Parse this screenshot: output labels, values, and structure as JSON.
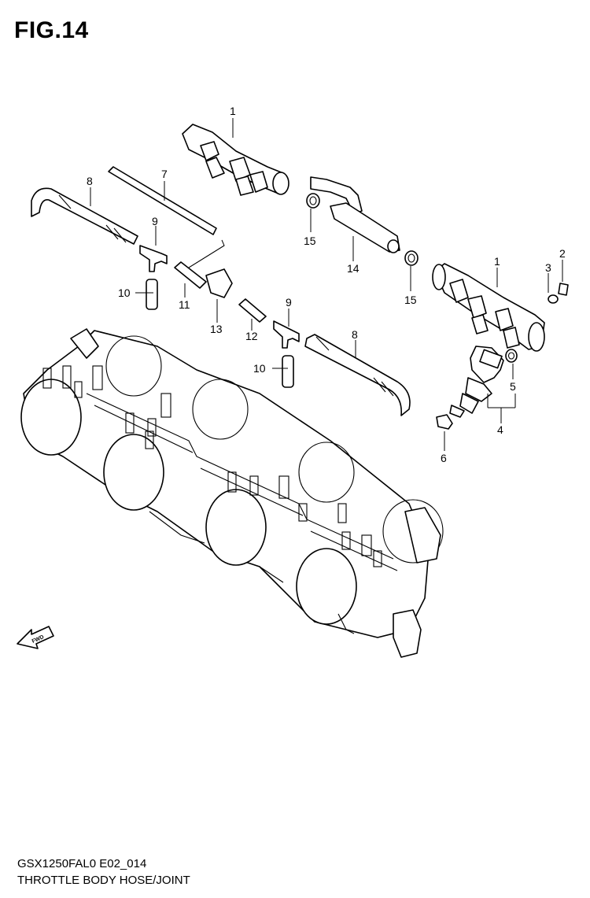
{
  "figure": {
    "title": "FIG.14",
    "model_code": "GSX1250FAL0 E02_014",
    "caption": "THROTTLE BODY HOSE/JOINT",
    "fwd_label": "FWD"
  },
  "callouts": [
    {
      "id": "c1a",
      "text": "1"
    },
    {
      "id": "c1b",
      "text": "1"
    },
    {
      "id": "c2",
      "text": "2"
    },
    {
      "id": "c3",
      "text": "3"
    },
    {
      "id": "c4",
      "text": "4"
    },
    {
      "id": "c5",
      "text": "5"
    },
    {
      "id": "c6",
      "text": "6"
    },
    {
      "id": "c7",
      "text": "7"
    },
    {
      "id": "c8a",
      "text": "8"
    },
    {
      "id": "c8b",
      "text": "8"
    },
    {
      "id": "c9a",
      "text": "9"
    },
    {
      "id": "c9b",
      "text": "9"
    },
    {
      "id": "c10a",
      "text": "10"
    },
    {
      "id": "c10b",
      "text": "10"
    },
    {
      "id": "c11",
      "text": "11"
    },
    {
      "id": "c12",
      "text": "12"
    },
    {
      "id": "c13",
      "text": "13"
    },
    {
      "id": "c14",
      "text": "14"
    },
    {
      "id": "c15a",
      "text": "15"
    },
    {
      "id": "c15b",
      "text": "15"
    }
  ]
}
